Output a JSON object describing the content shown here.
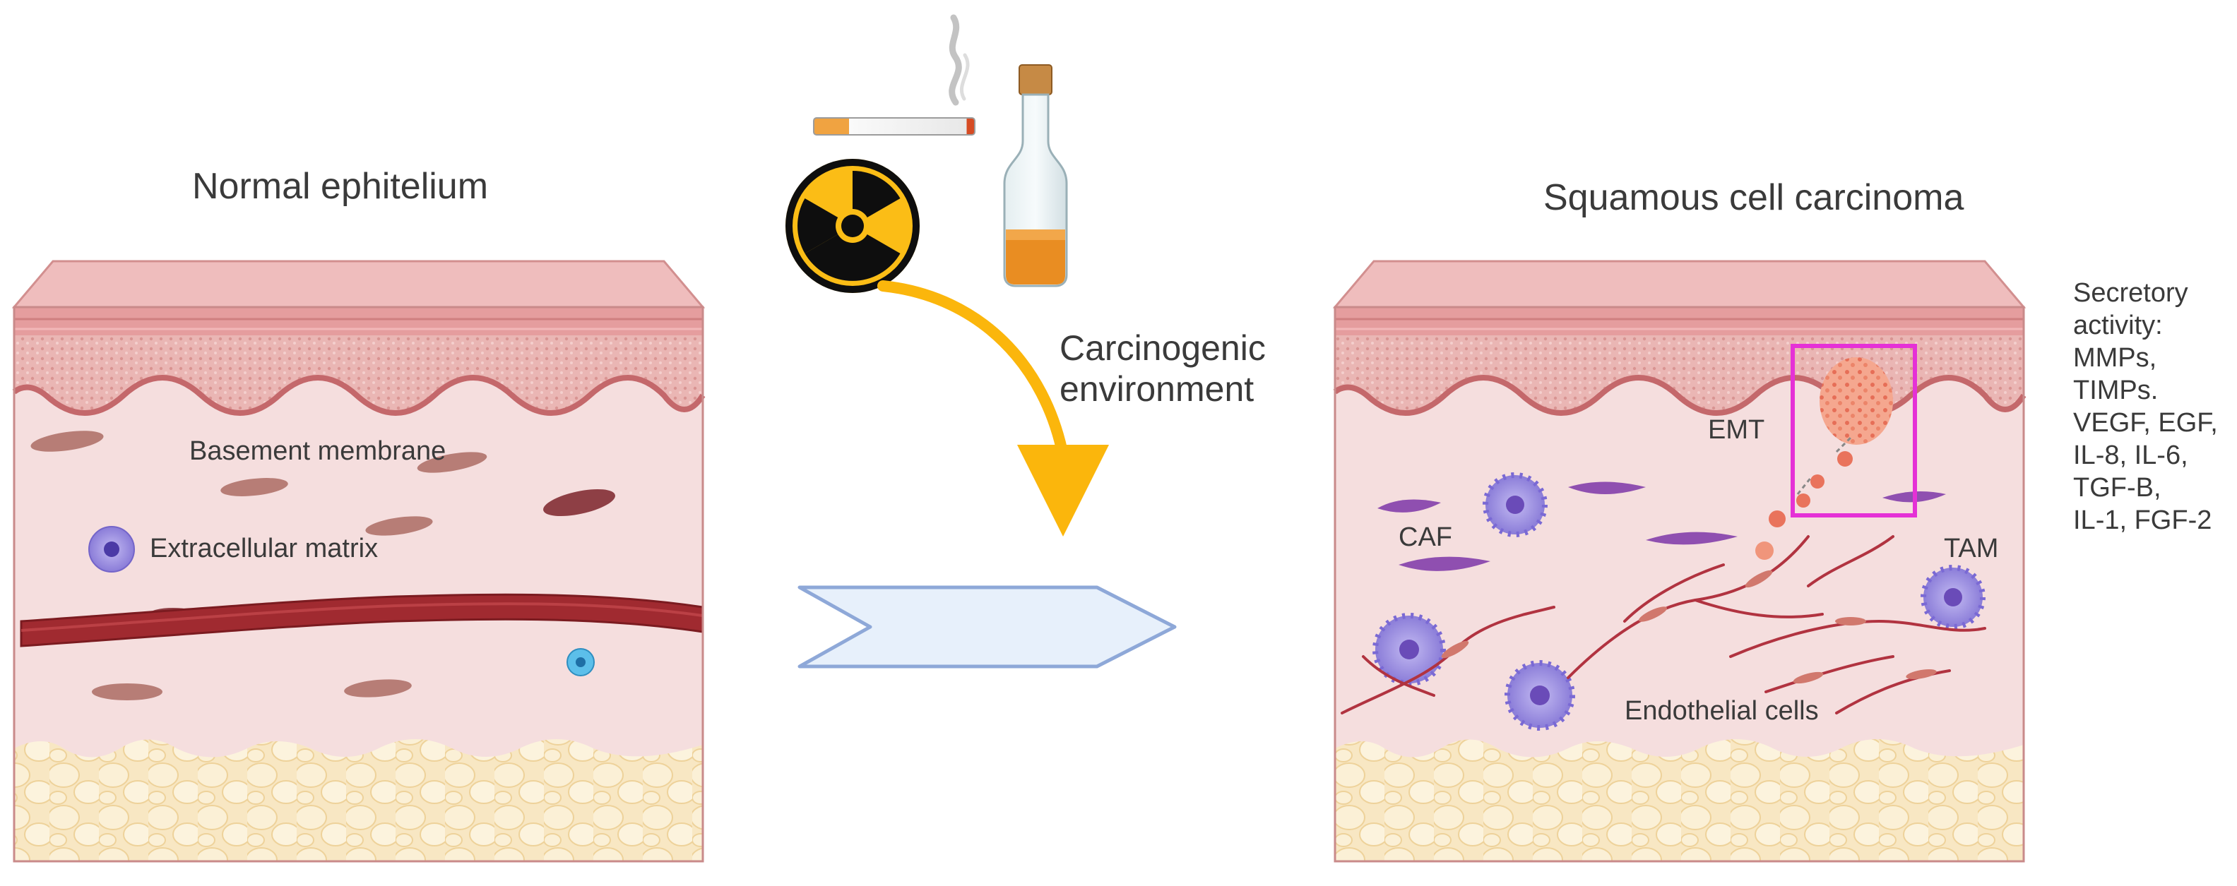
{
  "titles": {
    "normal": "Normal ephitelium",
    "carcinoma": "Squamous cell carcinoma"
  },
  "normal_labels": {
    "basement_membrane": "Basement membrane",
    "extracellular_matrix": "Extracellular matrix"
  },
  "environment_label": {
    "line1": "Carcinogenic",
    "line2": "environment"
  },
  "carcinoma_labels": {
    "emt": "EMT",
    "caf": "CAF",
    "tam": "TAM",
    "endothelial": "Endothelial cells"
  },
  "secretory": {
    "lines": [
      "Secretory",
      "activity:",
      "MMPs,",
      "TIMPs.",
      "VEGF, EGF,",
      "IL-8, IL-6,",
      "TGF-B,",
      "IL-1, FGF-2"
    ]
  },
  "icons": [
    "cigarette-icon",
    "smoke-icon",
    "bottle-icon",
    "radiation-icon",
    "curved-arrow-icon",
    "chevron-arrow-icon"
  ],
  "colors": {
    "epidermis": "#e8a6a6",
    "dermis": "#f4dcdc",
    "fat": "#f8e6c0",
    "vessel": "#a22a30",
    "arrow": "#fbb60c",
    "chevron_fill": "#e7f0fb",
    "chevron_stroke": "#8ea8d8",
    "highlight_box": "#e531d6",
    "immune_cell": "#9b8fe0"
  }
}
